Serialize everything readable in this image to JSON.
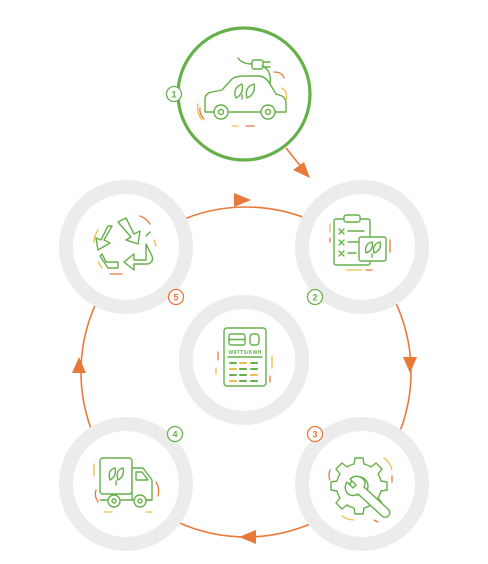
{
  "colors": {
    "green": "#66b04a",
    "orange": "#e8793b",
    "yellow": "#e9c04b",
    "ring": "#ececec",
    "white": "#ffffff"
  },
  "steps": [
    {
      "number": "1",
      "icon": "electric-car-plug-icon"
    },
    {
      "number": "2",
      "icon": "eco-checklist-icon"
    },
    {
      "number": "3",
      "icon": "gear-wrench-icon"
    },
    {
      "number": "4",
      "icon": "eco-truck-icon"
    },
    {
      "number": "5",
      "icon": "recycle-icon"
    }
  ],
  "center": {
    "icon": "energy-meter-icon",
    "label": "WATTS/KWH"
  }
}
